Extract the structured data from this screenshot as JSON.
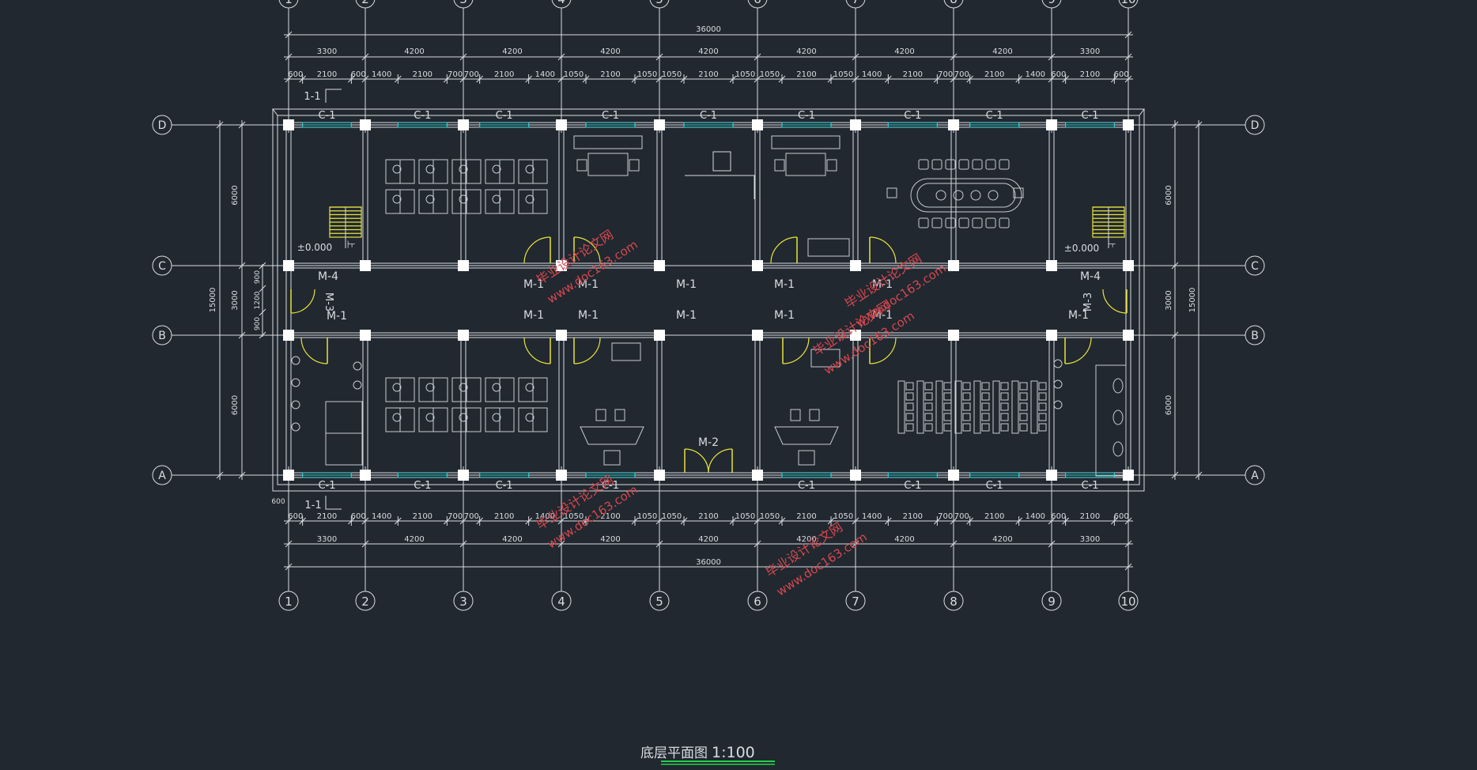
{
  "colors": {
    "background": "#212830",
    "line": "#d9dde2",
    "column": "#ffffff",
    "window": "#3ec8c8",
    "door": "#e8e23a",
    "furniture": "#c6cbd0",
    "watermark": "#d8484f",
    "title_underline": "#23d14a"
  },
  "axes_x": [
    "1",
    "2",
    "3",
    "4",
    "5",
    "6",
    "7",
    "8",
    "9",
    "10"
  ],
  "axes_y": [
    "D",
    "C",
    "B",
    "A"
  ],
  "dims": {
    "total": "36000",
    "bays": [
      "3300",
      "4200",
      "4200",
      "4200",
      "4200",
      "4200",
      "4200",
      "4200",
      "3300"
    ],
    "detail_top": [
      [
        "600",
        "2100",
        "600"
      ],
      [
        "1400",
        "2100",
        "700"
      ],
      [
        "700",
        "2100",
        "1400"
      ],
      [
        "1050",
        "2100",
        "1050"
      ],
      [
        "1050",
        "2100",
        "1050"
      ],
      [
        "1050",
        "2100",
        "1050"
      ],
      [
        "1400",
        "2100",
        "700"
      ],
      [
        "700",
        "2100",
        "1400"
      ],
      [
        "600",
        "2100",
        "600"
      ]
    ],
    "left_spans": [
      "6000",
      "3000",
      "6000"
    ],
    "left_total": "15000",
    "right_spans": [
      "6000",
      "3000",
      "6000"
    ],
    "right_total": "15000",
    "corridor_detail": [
      "900",
      "1200",
      "900"
    ],
    "corner_600": "600"
  },
  "labels": {
    "section_top": "1-1",
    "section_bottom": "1-1",
    "level_left": "±0.000",
    "level_right": "±0.000",
    "up_mark": "上",
    "window": "C-1",
    "door_m1": "M-1",
    "door_m2": "M-2",
    "door_m3": "M-3",
    "door_m4": "M-4"
  },
  "watermark": {
    "cn": "毕业设计论文网",
    "url": "www.doc163.com"
  },
  "title": {
    "text": "底层平面图",
    "scale": "1:100"
  }
}
